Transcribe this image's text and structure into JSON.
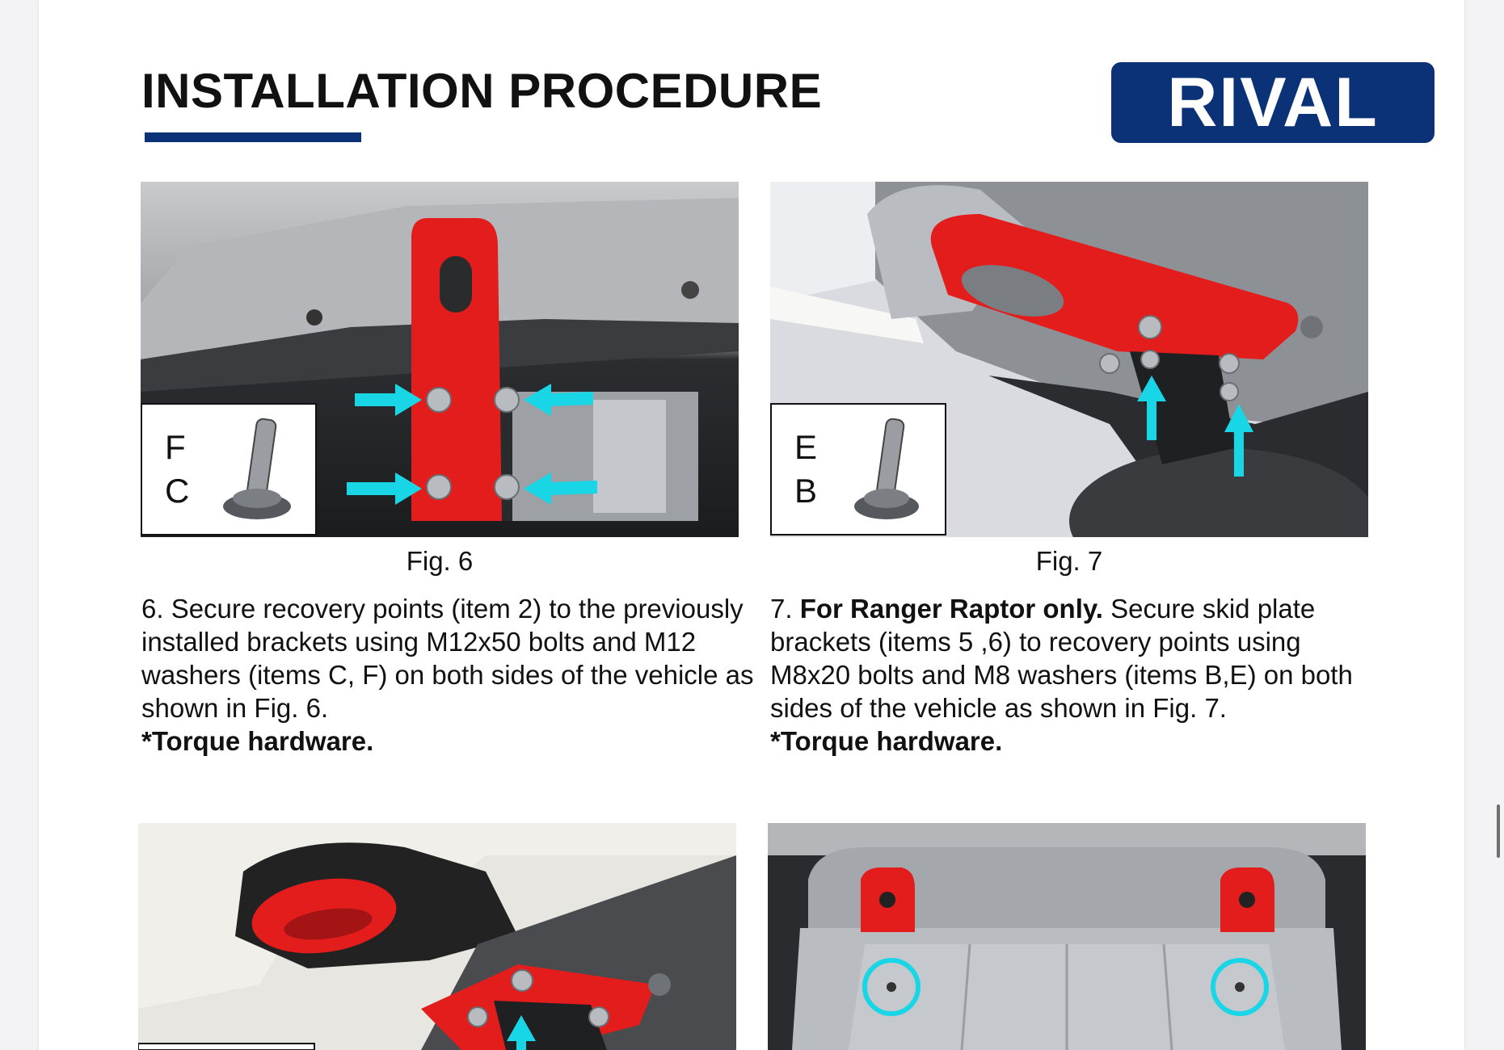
{
  "header": {
    "title": "INSTALLATION PROCEDURE",
    "logo_text": "RIVAL"
  },
  "colors": {
    "brand_navy": "#0b3277",
    "bracket_red": "#e31c1c",
    "arrow_cyan": "#19d6e6"
  },
  "figures": [
    {
      "caption": "Fig. 6",
      "items": [
        "F",
        "C"
      ],
      "step_text": "6. Secure recovery points (item 2) to the previously installed brackets using M12x50 bolts and M12 washers (items C, F) on both sides of the vehicle as shown in Fig. 6.",
      "torque_note": "*Torque hardware."
    },
    {
      "caption": "Fig. 7",
      "items": [
        "E",
        "B"
      ],
      "step_number": "7.",
      "step_bold": "For Ranger Raptor only.",
      "step_text": "Secure skid plate brackets (items 5 ,6) to recovery points using M8x20 bolts and M8 washers (items B,E) on both sides of the vehicle as shown in Fig. 7.",
      "torque_note": "*Torque hardware."
    }
  ]
}
